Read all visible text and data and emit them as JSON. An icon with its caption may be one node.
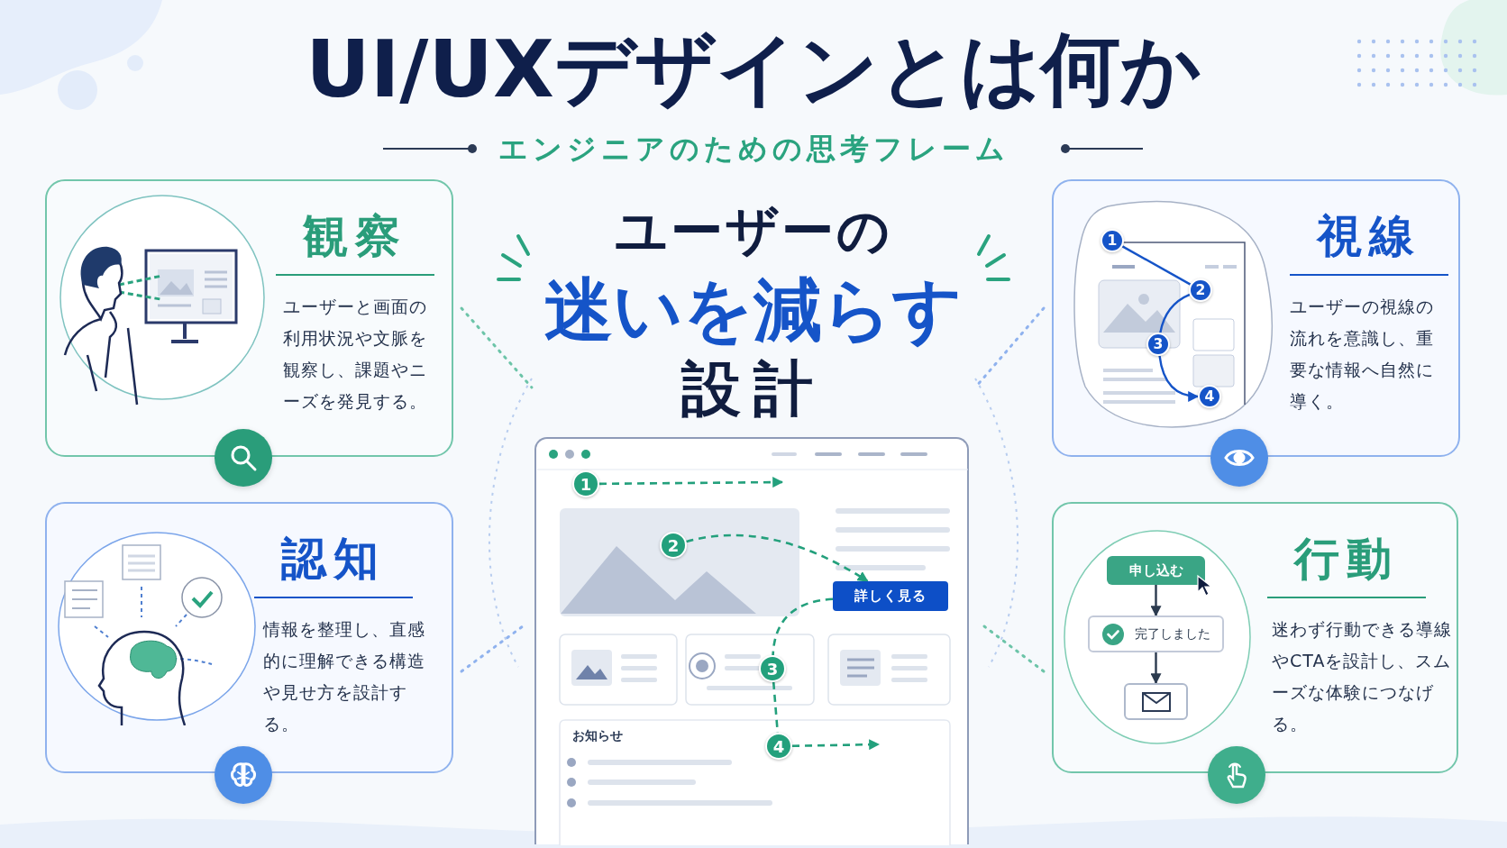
{
  "diagram": {
    "title": "UI/UXデザインとは何か",
    "nodes": [
      {
        "text": [
          "観察",
          "ユーザーと画面の利用状況や文脈を観察し、課題やニーズを発見する。"
        ]
      },
      {
        "text": [
          "視線",
          "ユーザーの視線の流れを意識し、重要な情報へ自然に導く。"
        ]
      },
      {
        "text": [
          "1"
        ],
        "in": 1
      },
      {
        "text": [
          "2"
        ],
        "in": 1
      },
      {
        "text": [
          "3"
        ],
        "in": 1
      },
      {
        "text": [
          "4"
        ],
        "in": 1
      },
      {
        "text": [
          "認知",
          "情報を整理し、直感的に理解できる構造や見せ方を設計する。"
        ]
      },
      {
        "text": [
          "行動",
          "迷わず行動できる導線やCTAを設計し、スムーズな体験につなげる。"
        ]
      },
      {
        "text": [
          "申し込む"
        ],
        "in": 7
      },
      {
        "text": [
          "完了しました"
        ],
        "in": 7
      },
      {
        "text": [],
        "shape": "box",
        "in": 7
      },
      {
        "text": [],
        "shape": "box"
      },
      {
        "text": [
          "1"
        ],
        "in": 11
      },
      {
        "text": [
          "2"
        ],
        "in": 11
      },
      {
        "text": [
          "詳しく見る"
        ],
        "in": 11
      },
      {
        "text": [
          "3"
        ],
        "in": 11
      },
      {
        "text": [
          "4"
        ],
        "in": 11
      }
    ],
    "edges": [
      {
        "from": 2,
        "to": 3,
        "arrow": "none",
        "color": "#1554c8"
      },
      {
        "from": 3,
        "to": 4,
        "arrow": "none",
        "color": "#1554c8"
      },
      {
        "from": 4,
        "to": 5,
        "arrow": "to",
        "color": "#1554c8"
      },
      {
        "from": 8,
        "to": 9,
        "arrow": "to",
        "color": "#2b3a4e"
      },
      {
        "from": 9,
        "to": 10,
        "arrow": "to",
        "color": "#2b3a4e"
      },
      {
        "from": 12,
        "to": null,
        "arrow": "to",
        "style": "dashed"
      },
      {
        "from": 13,
        "to": 14,
        "arrow": "to",
        "style": "dashed"
      },
      {
        "from": 14,
        "to": 15,
        "arrow": "none",
        "style": "dashed"
      },
      {
        "from": 15,
        "to": 16,
        "arrow": "none",
        "style": "dashed"
      },
      {
        "from": 16,
        "to": null,
        "arrow": "to",
        "style": "dashed"
      }
    ],
    "labels": [
      "エンジニアのための思考フレーム",
      "ユーザーの",
      "迷いを減らす",
      "設計",
      "お知らせ"
    ]
  }
}
